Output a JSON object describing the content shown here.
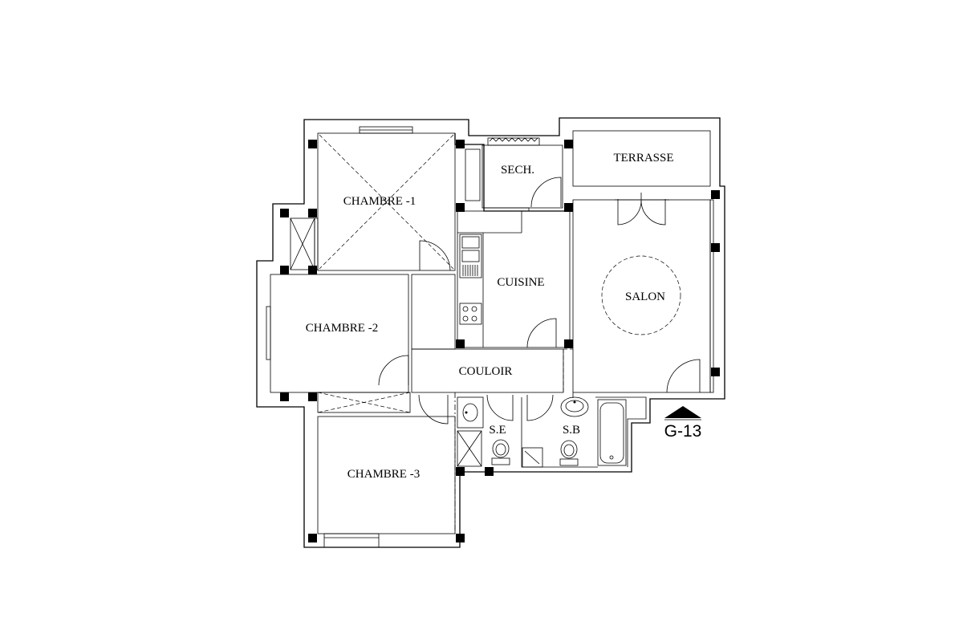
{
  "rooms": {
    "chambre1": "CHAMBRE -1",
    "chambre2": "CHAMBRE -2",
    "chambre3": "CHAMBRE -3",
    "sechoir": "SECH.",
    "cuisine": "CUISINE",
    "terrasse": "TERRASSE",
    "salon": "SALON",
    "couloir": "COULOIR",
    "salle_eau": "S.E",
    "salle_bain": "S.B"
  },
  "unit_tag": "G-13"
}
